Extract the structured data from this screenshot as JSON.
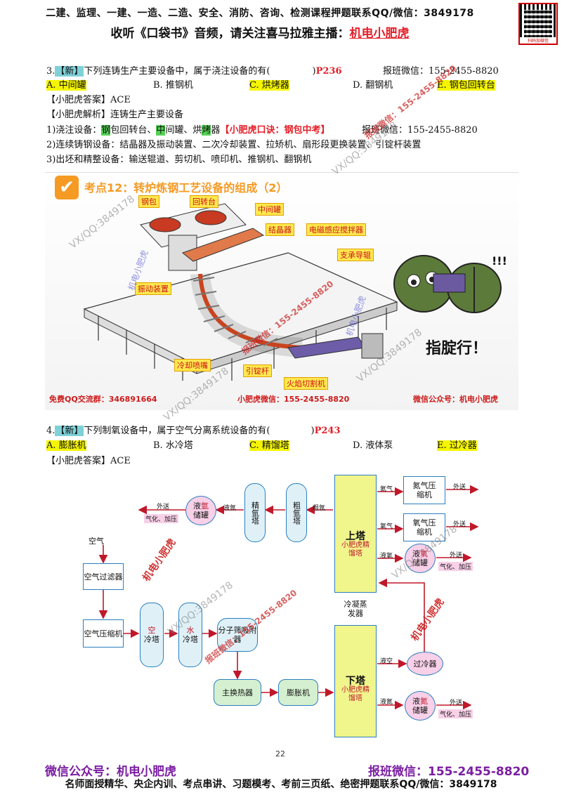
{
  "header": {
    "line1": "二建、监理、一建、一造、二造、安全、消防、咨询、检测课程押题联系QQ/微信：3849178",
    "line2_prefix": "收听《口袋书》音频，请关注喜马拉雅主播：",
    "line2_highlight": "机电小肥虎",
    "qr_caption": "扫码加微信"
  },
  "q3": {
    "num": "3.",
    "tag": "【新】",
    "stem": "下列连铸生产主要设备中，属于浇注设备的有(",
    "stem_close": ")",
    "page_ref": "P236",
    "contact": "报班微信：155-2455-8820",
    "options": [
      {
        "label": "A. 中间罐",
        "hl": true
      },
      {
        "label": "B. 推钢机",
        "hl": false
      },
      {
        "label": "C. 烘烤器",
        "hl": true
      },
      {
        "label": "D. 翻钢机",
        "hl": false
      },
      {
        "label": "E. 钢包回转台",
        "hl": true
      }
    ],
    "answer": "【小肥虎答案】ACE",
    "analysis_title": "【小肥虎解析】连铸生产主要设备",
    "analysis_1a": "1)浇注设备：",
    "analysis_1b": "钢",
    "analysis_1c": "包回转台、",
    "analysis_1d": "中",
    "analysis_1e": "间罐、烘",
    "analysis_1f": "烤",
    "analysis_1g": "器",
    "analysis_1_mnemonic": "【小肥虎口诀：钢包中考】",
    "analysis_1_contact": "报班微信：155-2455-8820",
    "analysis_2": "2)连续铸钢设备：结晶器及振动装置、二次冷却装置、拉矫机、扇形段更换装置、引锭杆装置",
    "analysis_3": "3)出坯和精整设备：输送辊道、剪切机、喷印机、推钢机、翻钢机"
  },
  "figure1": {
    "title": "考点12：转炉炼钢工艺设备的组成（2）",
    "check": "✔",
    "labels": [
      "钢包",
      "回转台",
      "中间罐",
      "结晶器",
      "电磁感应搅拌器",
      "支承导辊",
      "振动装置",
      "冷却喷嘴",
      "引锭杆",
      "火焰切割机"
    ],
    "footer_left": "免费QQ交流群：346891664",
    "footer_mid": "小肥虎微信：155-2455-8820",
    "footer_right": "微信公众号：机电小肥虎",
    "sticker_text": "指腚行！",
    "sticker_marks": "!!!"
  },
  "q4": {
    "num": "4.",
    "tag": "【新】",
    "stem": "下列制氧设备中，属于空气分离系统设备的有(",
    "stem_close": ")",
    "page_ref": "P243",
    "options": [
      {
        "label": "A. 膨胀机",
        "hl": true
      },
      {
        "label": "B. 水冷塔",
        "hl": false
      },
      {
        "label": "C. 精馏塔",
        "hl": true
      },
      {
        "label": "D. 液体泵",
        "hl": false
      },
      {
        "label": "E. 过冷器",
        "hl": true
      }
    ],
    "answer": "【小肥虎答案】ACE"
  },
  "flow": {
    "air": "空气",
    "air_filter": "空气过滤器",
    "air_compressor": "空气压缩机",
    "air_cooler_a": "空",
    "air_cooler_b": "冷塔",
    "water_cooler_a": "水",
    "water_cooler_b": "冷塔",
    "mol_sieve": "分子筛吸附器",
    "main_hx": "主换热器",
    "expander": "膨胀机",
    "ln_ar_tank_a": "液",
    "ln_ar_tank_b": "氩",
    "ln_ar_tank_c": "储罐",
    "fine_ar": "精氩塔",
    "crude_ar": "粗氩塔",
    "upper_tower": "上塔",
    "upper_sub": "小肥虎精馏塔",
    "condenser": "冷凝蒸发器",
    "lower_tower": "下塔",
    "lower_sub": "小肥虎精馏塔",
    "n2_comp": "氮气压缩机",
    "o2_comp": "氧气压缩机",
    "lo2_tank_a": "液",
    "lo2_tank_b": "氧",
    "lo2_tank_c": "储罐",
    "subcooler": "过冷器",
    "ln2_tank_a": "液",
    "ln2_tank_b": "氮",
    "ln2_tank_c": "储罐",
    "e_out1": "外送",
    "e_out2": "外送",
    "e_out3": "外送",
    "e_out4": "外送",
    "e_out5": "外送",
    "e_vap1": "气化、加压",
    "e_vap2": "气化、加压",
    "e_vap3": "气化、加压",
    "e_lar": "液氩",
    "e_crude": "粗氩",
    "e_n2": "氮气",
    "e_o2": "氧气",
    "e_lo2": "液氧",
    "e_lair": "液空",
    "e_ln2": "液氮"
  },
  "watermarks": {
    "vx1": "VX/QQ:3849178",
    "vx2": "VX/QQ:3849178",
    "vx3": "VX/QQ:3849178",
    "vx4": "VX/QQ:3849178",
    "vx5": "VX/QQ:3849178",
    "vx6": "VX/QQ:3849178",
    "wx1": "报班微信：155-2455-8820",
    "wx2": "报班微信：155-2455-8820",
    "wx3": "报班微信：155-2455-8820",
    "brand1": "机电小肥虎",
    "brand2": "机电小肥虎",
    "brand3": "机电小肥虎",
    "brand4": "机电小肥虎"
  },
  "footer": {
    "page_number": "22",
    "wechat_public": "微信公众号：机电小肥虎",
    "enroll": "报班微信：155-2455-8820",
    "bottom_line": "名师面授精华、央企内训、考点串讲、习题模考、考前三页纸、绝密押题联系QQ/微信：3849178"
  }
}
